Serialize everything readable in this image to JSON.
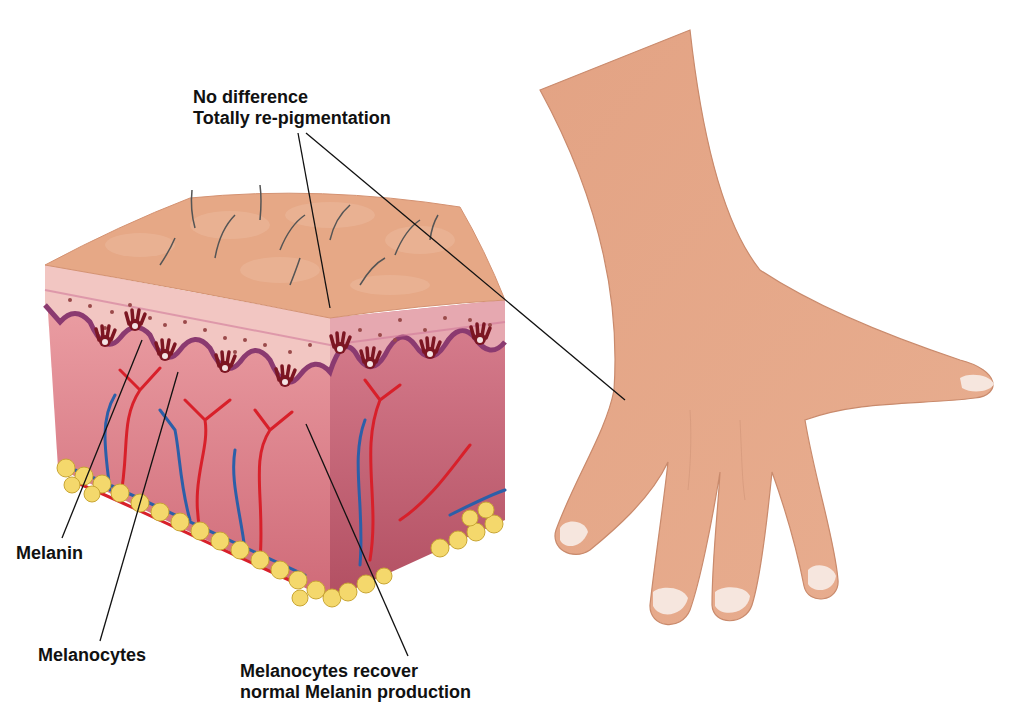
{
  "diagram": {
    "labels": [
      "No difference",
      "Totally re-pigmentation",
      "Melanin",
      "Melanocytes",
      "Melanocytes recover",
      "normal Melanin production"
    ]
  }
}
